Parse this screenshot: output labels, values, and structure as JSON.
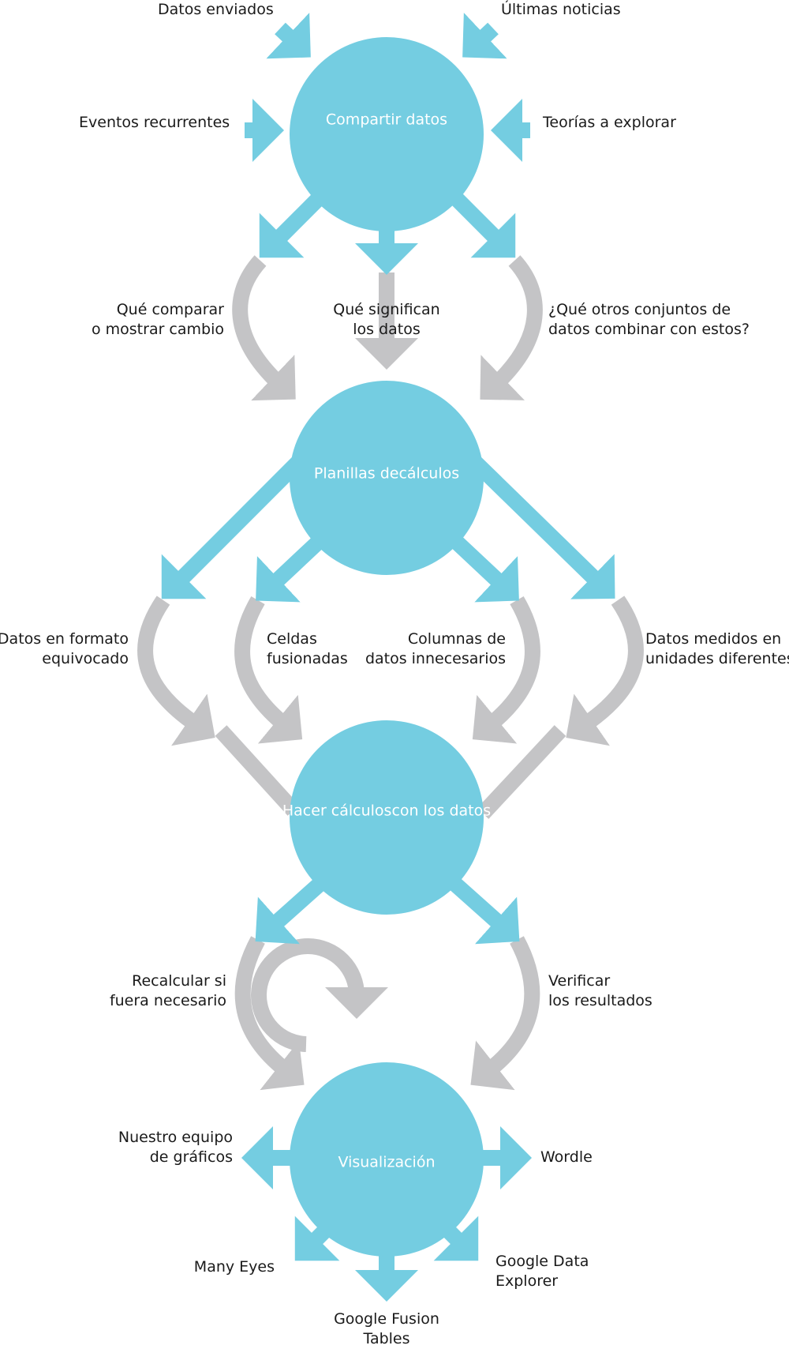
{
  "colors": {
    "node": "#74cde1",
    "arrow_blue": "#74cde1",
    "arrow_gray": "#c4c4c6",
    "text": "#1a1a1a",
    "node_text": "#ffffff"
  },
  "nodes": {
    "compartir": [
      "Compartir datos"
    ],
    "planillas": [
      "Planillas de",
      "cálculos"
    ],
    "hacer": [
      "Hacer cálculos",
      "con los datos"
    ],
    "visualizacion": [
      "Visualización"
    ]
  },
  "inputs": {
    "datos_enviados": [
      "Datos enviados"
    ],
    "ultimas_noticias": [
      "Últimas noticias"
    ],
    "eventos_recurrentes": [
      "Eventos recurrentes"
    ],
    "teorias": [
      "Teorías a explorar"
    ]
  },
  "step1": {
    "comparar": [
      "Qué comparar",
      "o mostrar cambio"
    ],
    "significan": [
      "Qué significan",
      "los datos"
    ],
    "conjuntos": [
      "¿Qué otros conjuntos de",
      "datos combinar con estos?"
    ]
  },
  "step2": {
    "formato": [
      "Datos en formato",
      "equivocado"
    ],
    "celdas": [
      "Celdas",
      "fusionadas"
    ],
    "columnas": [
      "Columnas de",
      "datos innecesarios"
    ],
    "unidades": [
      "Datos medidos en",
      "unidades diferentes"
    ]
  },
  "step3": {
    "recalcular": [
      "Recalcular si",
      "fuera necesario"
    ],
    "verificar": [
      "Verificar",
      "los resultados"
    ]
  },
  "outputs": {
    "equipo": [
      "Nuestro equipo",
      "de gráficos"
    ],
    "wordle": [
      "Wordle"
    ],
    "many_eyes": [
      "Many Eyes"
    ],
    "google_data": [
      "Google Data",
      "Explorer"
    ],
    "fusion": [
      "Google Fusion",
      "Tables"
    ]
  }
}
